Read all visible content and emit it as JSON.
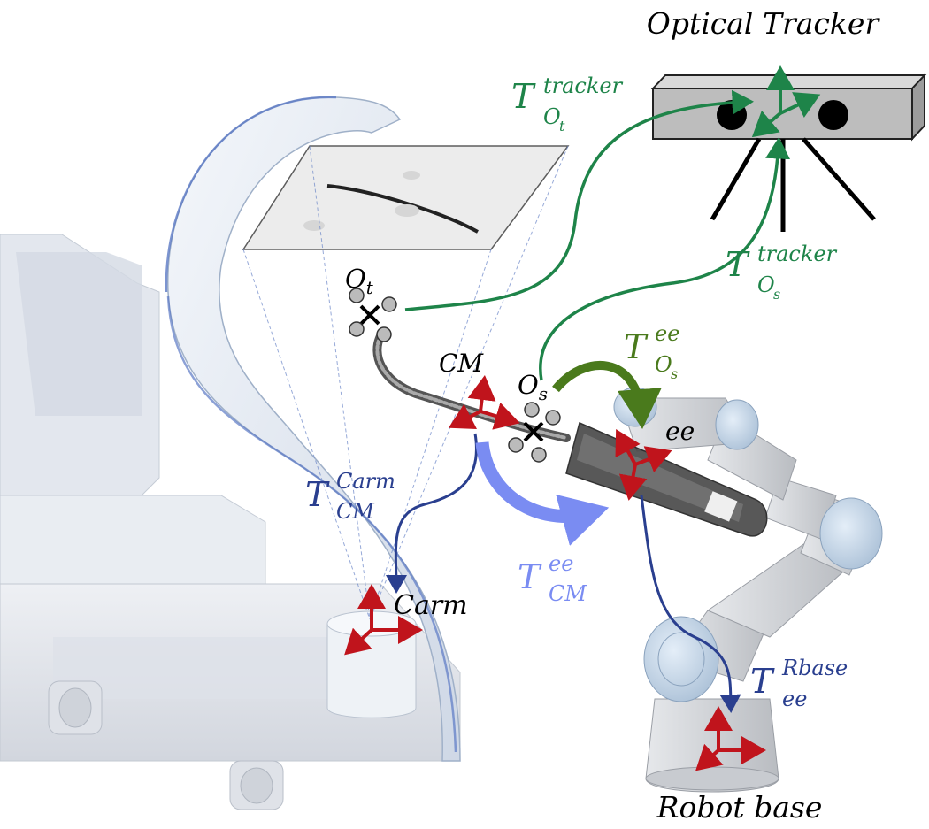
{
  "labels": {
    "optical_tracker": "Optical Tracker",
    "robot_base": "Robot base",
    "carm_frame": "Carm",
    "cm_frame": "CM",
    "ee_frame": "ee",
    "ot_marker": {
      "base": "O",
      "sub": "t"
    },
    "os_marker": {
      "base": "O",
      "sub": "s"
    }
  },
  "transforms": {
    "t_ot_tracker": {
      "base": "T",
      "sup": "tracker",
      "sub": "O",
      "subsub": "t",
      "color": "#1e8449"
    },
    "t_os_tracker": {
      "base": "T",
      "sup": "tracker",
      "sub": "O",
      "subsub": "s",
      "color": "#1e8449"
    },
    "t_os_ee": {
      "base": "T",
      "sup": "ee",
      "sub": "O",
      "subsub": "s",
      "color": "#4a7a1c"
    },
    "t_cm_carm": {
      "base": "T",
      "sup": "Carm",
      "sub": "CM",
      "color": "#2a3f8f"
    },
    "t_cm_ee": {
      "base": "T",
      "sup": "ee",
      "sub": "CM",
      "color": "#7a8cf2"
    },
    "t_ee_rbase": {
      "base": "T",
      "sup": "Rbase",
      "sub": "ee",
      "color": "#2a3f8f"
    }
  },
  "colors": {
    "frame_axes": "#c0141c",
    "tracker_arrows": "#1e8449",
    "carm_body": "#dfe6f0",
    "robot_body": "#d9dbde",
    "robot_joint": "#c3d4e6"
  }
}
